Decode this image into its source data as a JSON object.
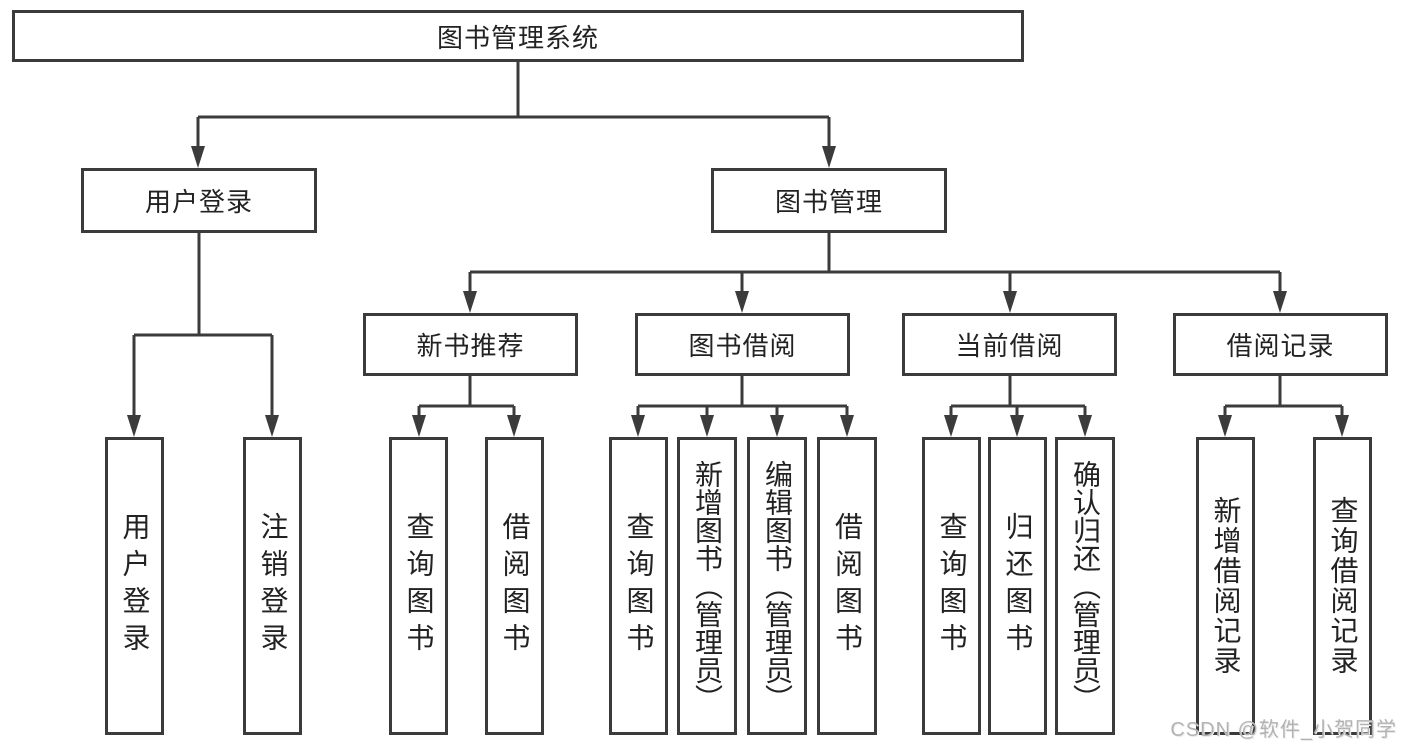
{
  "tree": {
    "root": "图书管理系统",
    "branches": [
      {
        "label": "用户登录",
        "children": [
          "用户登录",
          "注销登录"
        ]
      },
      {
        "label": "图书管理",
        "sections": [
          {
            "label": "新书推荐",
            "children": [
              "查询图书",
              "借阅图书"
            ]
          },
          {
            "label": "图书借阅",
            "children": [
              "查询图书",
              "新增图书（管理员）",
              "编辑图书（管理员）",
              "借阅图书"
            ]
          },
          {
            "label": "当前借阅",
            "children": [
              "查询图书",
              "归还图书",
              "确认归还（管理员）"
            ]
          },
          {
            "label": "借阅记录",
            "children": [
              "新增借阅记录",
              "查询借阅记录"
            ]
          }
        ]
      }
    ]
  },
  "watermark": "CSDN @软件_小贺同学",
  "colors": {
    "line": "#3b3b3b",
    "text": "#222222",
    "background": "#ffffff",
    "watermark_color": "#b3b3b3"
  }
}
